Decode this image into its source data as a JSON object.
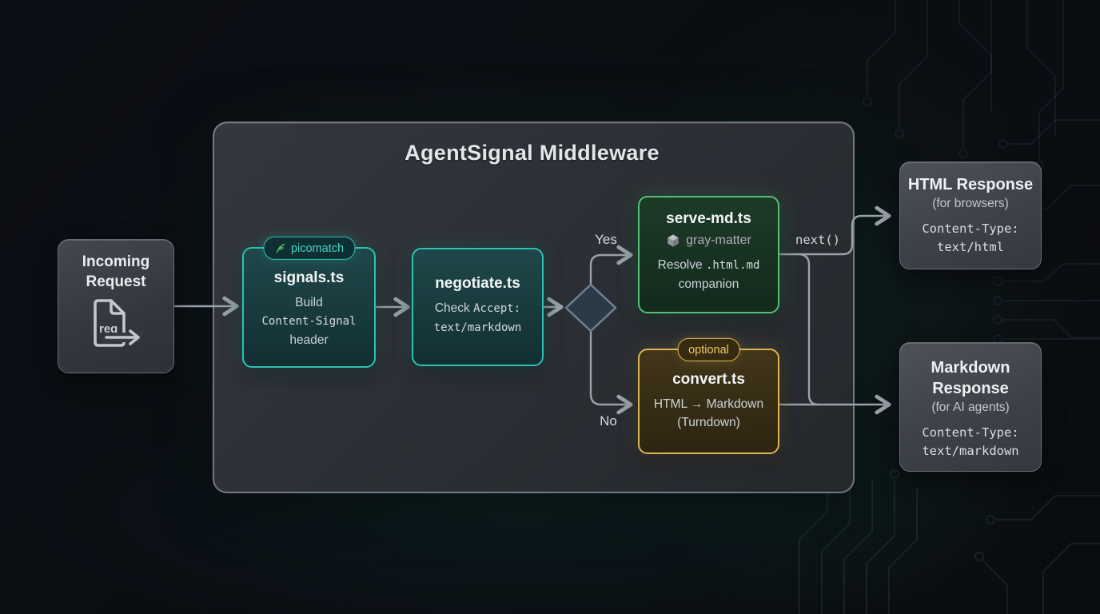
{
  "diagram": {
    "title": "AgentSignal Middleware",
    "incoming": {
      "title": "Incoming Request",
      "icon_label": "req"
    },
    "signals": {
      "badge": "picomatch",
      "title": "signals.ts",
      "body_pre": "Build",
      "body_mono": "Content-Signal",
      "body_post": "header"
    },
    "negotiate": {
      "title": "negotiate.ts",
      "body_sans": "Check",
      "body_mono1": "Accept:",
      "body_mono2": "text/markdown"
    },
    "decision": {
      "yes_label": "Yes",
      "no_label": "No"
    },
    "serve_md": {
      "title": "serve-md.ts",
      "library": "gray-matter",
      "body_pre": "Resolve",
      "body_mono": ".html.md",
      "body_post": "companion"
    },
    "convert": {
      "badge": "optional",
      "title": "convert.ts",
      "body_line1": "HTML → Markdown",
      "body_line2": "(Turndown)"
    },
    "next_label": "next()",
    "html_response": {
      "title": "HTML Response",
      "subtitle": "(for browsers)",
      "content_type_label": "Content-Type:",
      "content_type_value": "text/html"
    },
    "markdown_response": {
      "title": "Markdown Response",
      "subtitle": "(for AI agents)",
      "content_type_label": "Content-Type:",
      "content_type_value": "text/markdown"
    },
    "colors": {
      "teal_accent": "#2cc2b3",
      "green_accent": "#53c076",
      "amber_accent": "#ddb552",
      "arrow": "#9aa2aa",
      "background": "#0a0d12"
    }
  }
}
